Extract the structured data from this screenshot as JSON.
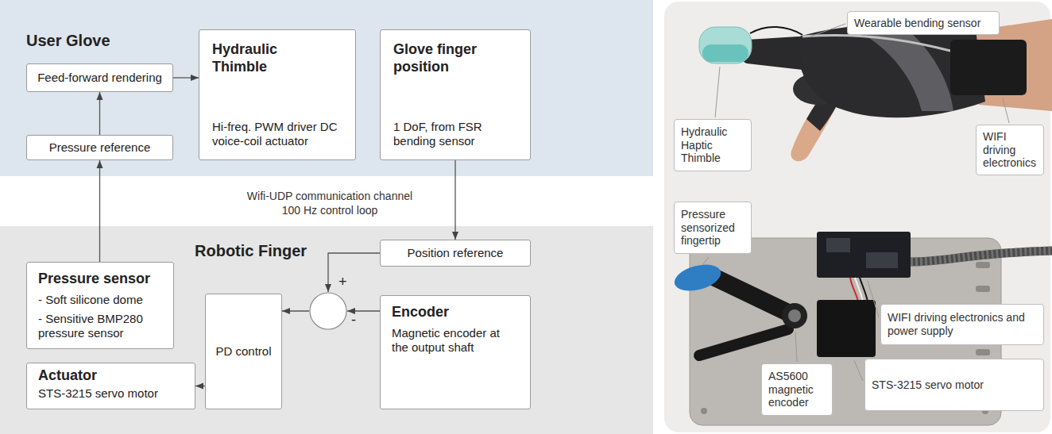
{
  "diagram": {
    "nodes": [
      {
        "text": [
          "User Glove"
        ]
      },
      {
        "text": [
          "Feed-forward rendering"
        ],
        "in": 0
      },
      {
        "text": [
          "Hydraulic Thimble",
          "Hi-freq. PWM driver DC voice-coil actuator"
        ],
        "in": 0
      },
      {
        "text": [
          "Glove finger position",
          "1 DoF, from FSR bending sensor"
        ],
        "in": 0
      },
      {
        "text": [
          "Pressure reference"
        ],
        "in": 0
      },
      {
        "text": [
          "Robotic Finger"
        ]
      },
      {
        "text": [
          "Pressure sensor",
          "- Soft silicone dome",
          "- Sensitive BMP280 pressure sensor"
        ],
        "in": 5
      },
      {
        "text": [
          "Position reference"
        ],
        "in": 5
      },
      {
        "text": [
          "Actuator",
          "STS-3215 servo motor"
        ],
        "in": 5
      },
      {
        "text": [
          "PD control"
        ],
        "in": 5
      },
      {
        "text": [
          "+",
          "-"
        ],
        "in": 5
      },
      {
        "text": [
          "Encoder",
          "Magnetic encoder at the output shaft"
        ],
        "in": 5
      },
      {
        "text": [
          "Wearable bending sensor"
        ]
      },
      {
        "text": [
          "Hydraulic Haptic Thimble"
        ]
      },
      {
        "text": [
          "WIFI driving electronics"
        ]
      },
      {
        "text": [
          "Pressure sensorized fingertip"
        ]
      },
      {
        "text": [
          "WIFI driving electronics and power supply"
        ]
      },
      {
        "text": [
          "AS5600 magnetic encoder"
        ]
      },
      {
        "text": [
          "STS-3215 servo motor"
        ]
      }
    ],
    "edges": [
      {
        "from": 4,
        "to": 1,
        "arrow": "to"
      },
      {
        "from": 1,
        "to": 2,
        "arrow": "to"
      },
      {
        "from": 3,
        "to": 7,
        "arrow": "to"
      },
      {
        "from": 6,
        "to": 4,
        "arrow": "to"
      },
      {
        "from": 7,
        "to": 10,
        "arrow": "to"
      },
      {
        "from": 11,
        "to": 10,
        "arrow": "to"
      },
      {
        "from": 10,
        "to": 9,
        "arrow": "to"
      },
      {
        "from": 9,
        "to": 8,
        "arrow": "to"
      }
    ],
    "labels": [
      "Wifi-UDP communication channel 100 Hz control loop"
    ]
  }
}
